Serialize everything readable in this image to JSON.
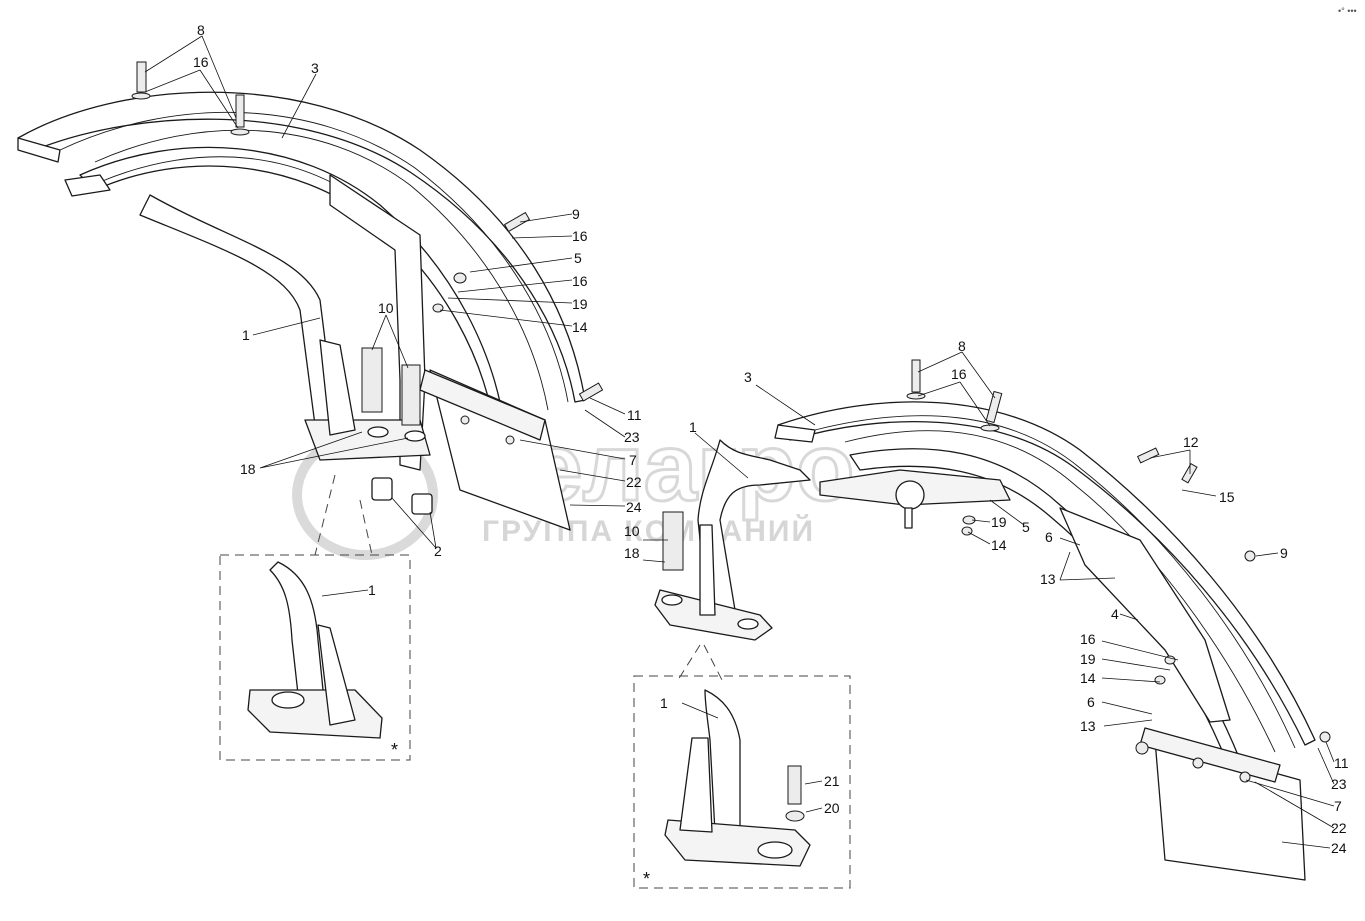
{
  "watermark": {
    "logo_text": "белагро",
    "tagline": "ГРУППА КОМПАНИЙ"
  },
  "corner_mark": "•° •••",
  "inset_marker": "*",
  "left_assembly": {
    "callouts": [
      "8",
      "16",
      "3",
      "9",
      "16",
      "5",
      "16",
      "19",
      "14",
      "1",
      "10",
      "11",
      "23",
      "7",
      "18",
      "22",
      "24",
      "2"
    ]
  },
  "left_inset": {
    "callouts": [
      "1"
    ]
  },
  "center_bracket": {
    "callouts": [
      "1",
      "10",
      "18"
    ]
  },
  "center_inset": {
    "callouts": [
      "1",
      "21",
      "20"
    ]
  },
  "right_assembly": {
    "callouts": [
      "8",
      "3",
      "16",
      "12",
      "15",
      "19",
      "5",
      "14",
      "6",
      "9",
      "13",
      "4",
      "16",
      "19",
      "14",
      "6",
      "13",
      "11",
      "23",
      "7",
      "22",
      "24"
    ]
  }
}
